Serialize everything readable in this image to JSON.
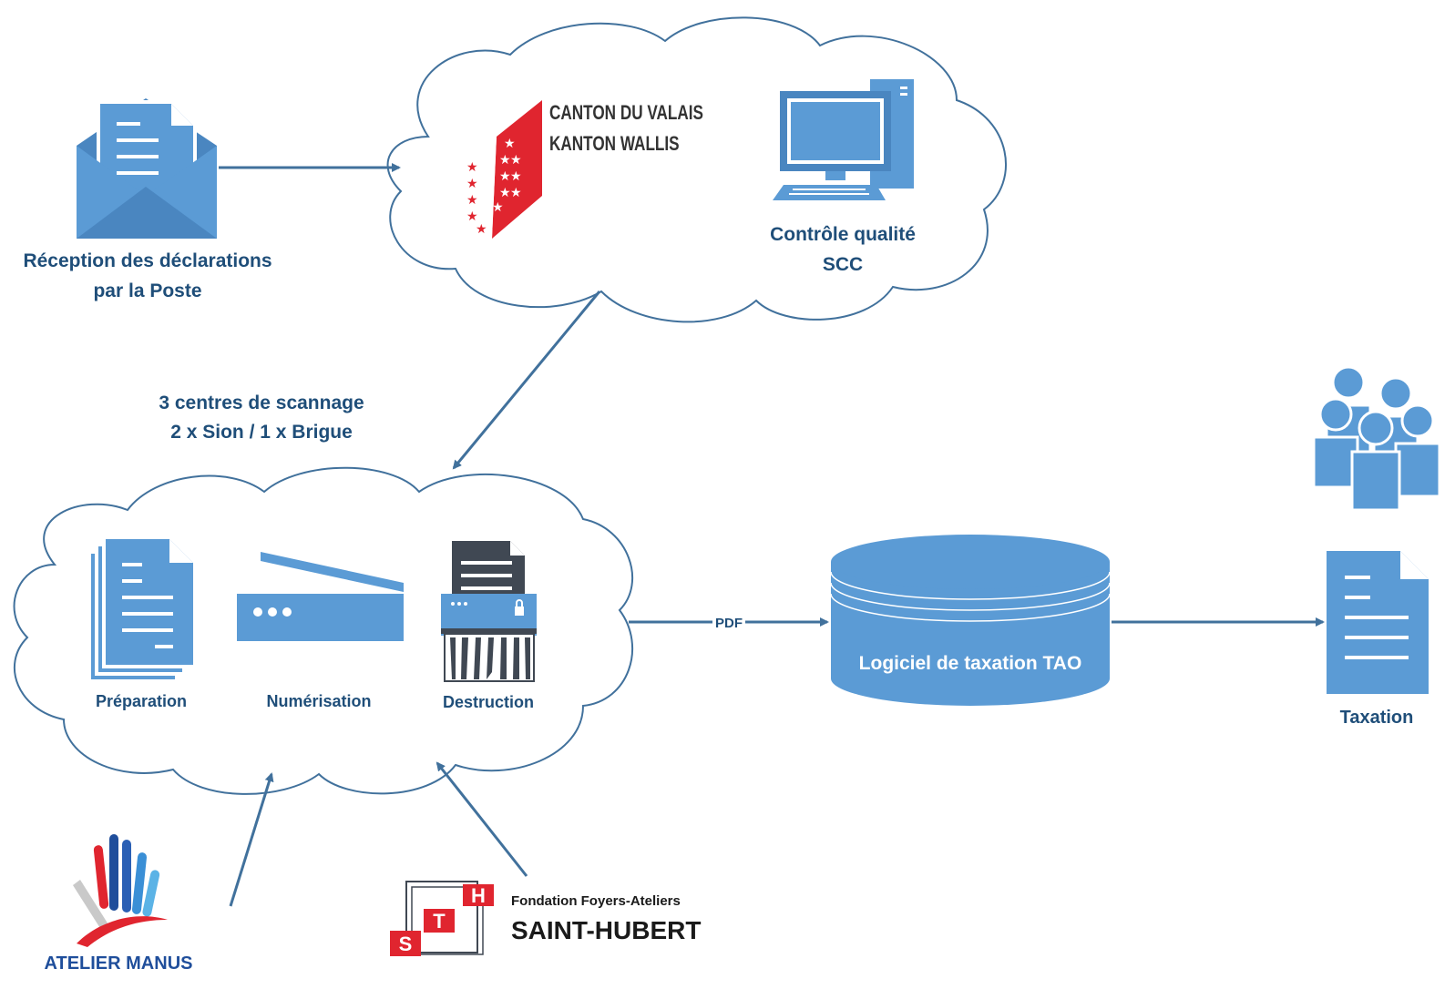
{
  "labels": {
    "reception_line1": "Réception des déclarations",
    "reception_line2": "par la Poste",
    "canton_line1": "CANTON DU VALAIS",
    "canton_line2": "KANTON WALLIS",
    "controle_line1": "Contrôle qualité",
    "controle_line2": "SCC",
    "centres_line1": "3 centres de scannage",
    "centres_line2": "2 x Sion / 1 x Brigue",
    "preparation": "Préparation",
    "numerisation": "Numérisation",
    "destruction": "Destruction",
    "pdf": "PDF",
    "logiciel": "Logiciel de taxation TAO",
    "taxation": "Taxation",
    "atelier_manus": "ATELIER MANUS",
    "fondation": "Fondation Foyers-Ateliers",
    "saint_hubert": "SAINT-HUBERT",
    "logo_letters": [
      "H",
      "T",
      "S"
    ]
  },
  "icons": {
    "envelope": "envelope-letter-icon",
    "canton_flag": "valais-flag-icon",
    "computer": "desktop-computer-icon",
    "documents": "document-stack-icon",
    "scanner": "flatbed-scanner-icon",
    "shredder": "paper-shredder-icon",
    "database": "database-cylinder-icon",
    "people": "user-group-icon",
    "taxation_doc": "document-icon",
    "manus_logo": "atelier-manus-logo",
    "sth_logo": "saint-hubert-logo"
  },
  "colors": {
    "icon_blue": "#5b9bd5",
    "icon_blue_dark": "#4a86c0",
    "text_blue": "#1f4e79",
    "arrow": "#41719c",
    "cloud_stroke": "#41719c",
    "flag_red": "#e0252f",
    "shredder_dark": "#404853",
    "sth_red": "#e0252f"
  }
}
